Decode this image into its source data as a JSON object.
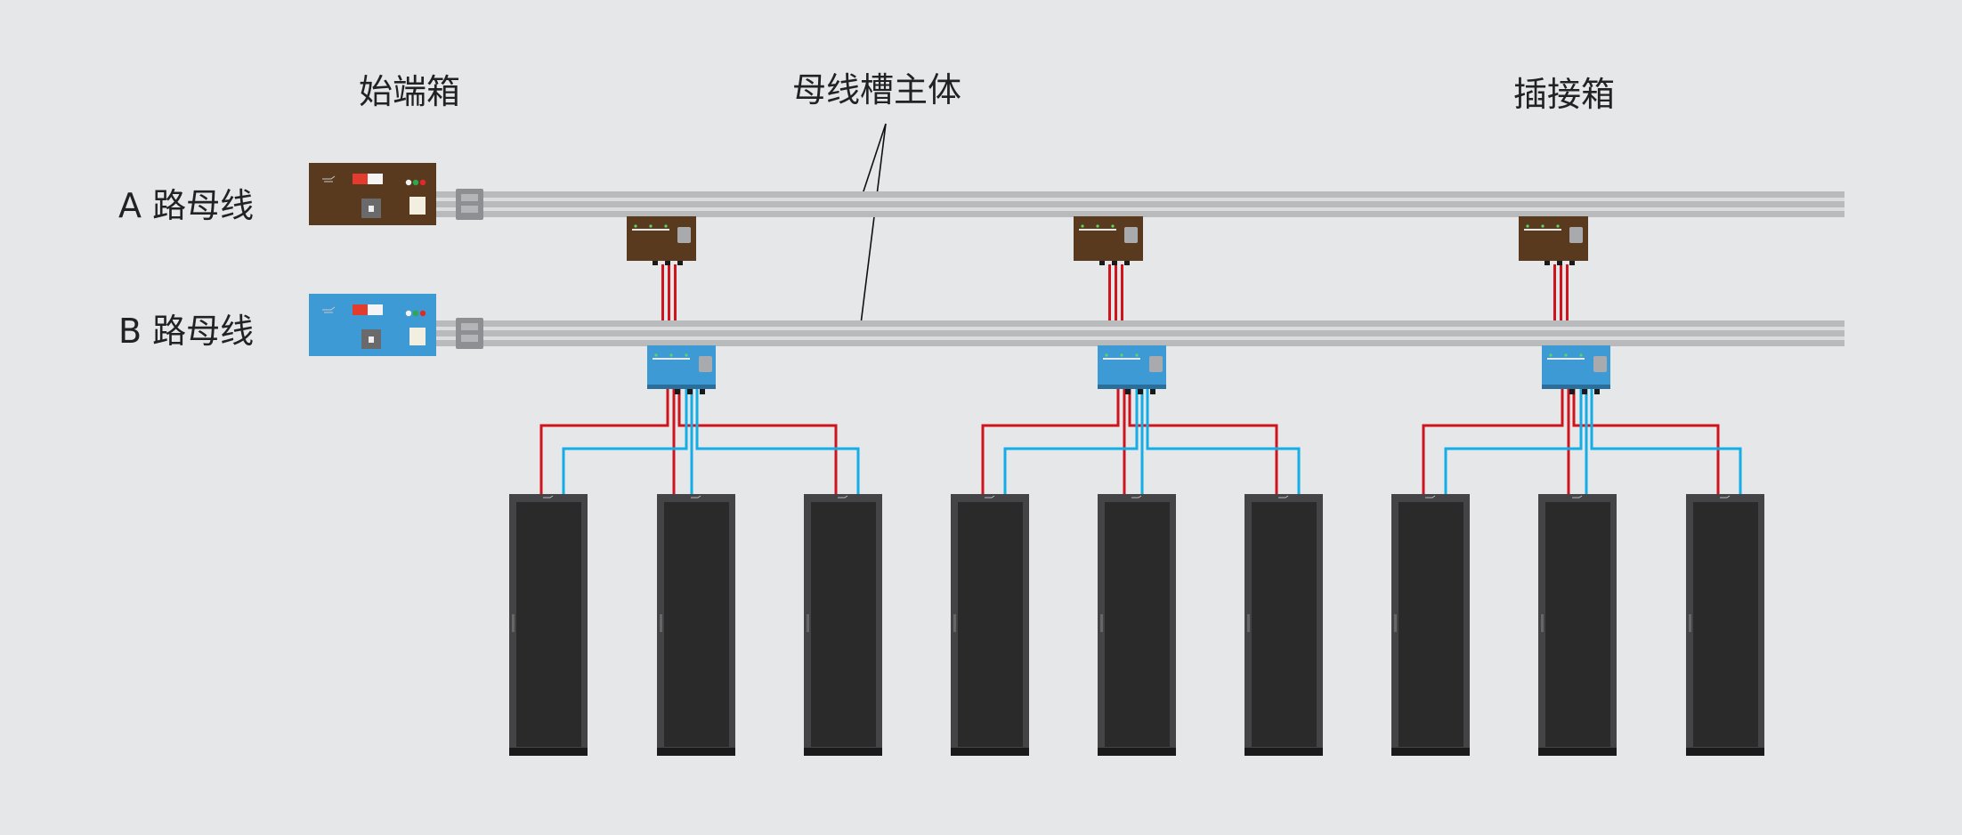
{
  "labels": {
    "start_box": "始端箱",
    "busway_body": "母线槽主体",
    "plug_in_box": "插接箱",
    "bus_a": "A 路母线",
    "bus_b": "B 路母线"
  },
  "colors": {
    "background": "#e6e7e9",
    "bus_a_box": "#5a3a1e",
    "bus_b_box": "#3d9ad4",
    "cable_a": "#d0141e",
    "cable_b": "#13aee6",
    "busbar": "#b9babc",
    "rack": "#2a2a2b"
  },
  "diagram": {
    "buses": [
      {
        "name": "A",
        "start_box_color": "bus_a_box",
        "plug_in_box_color": "bus_a_box"
      },
      {
        "name": "B",
        "start_box_color": "bus_b_box",
        "plug_in_box_color": "bus_b_box"
      }
    ],
    "start_box_indicators": [
      "white",
      "green",
      "red"
    ],
    "plug_in_groups": 3,
    "racks_per_group": 3,
    "rack_count": 9
  }
}
